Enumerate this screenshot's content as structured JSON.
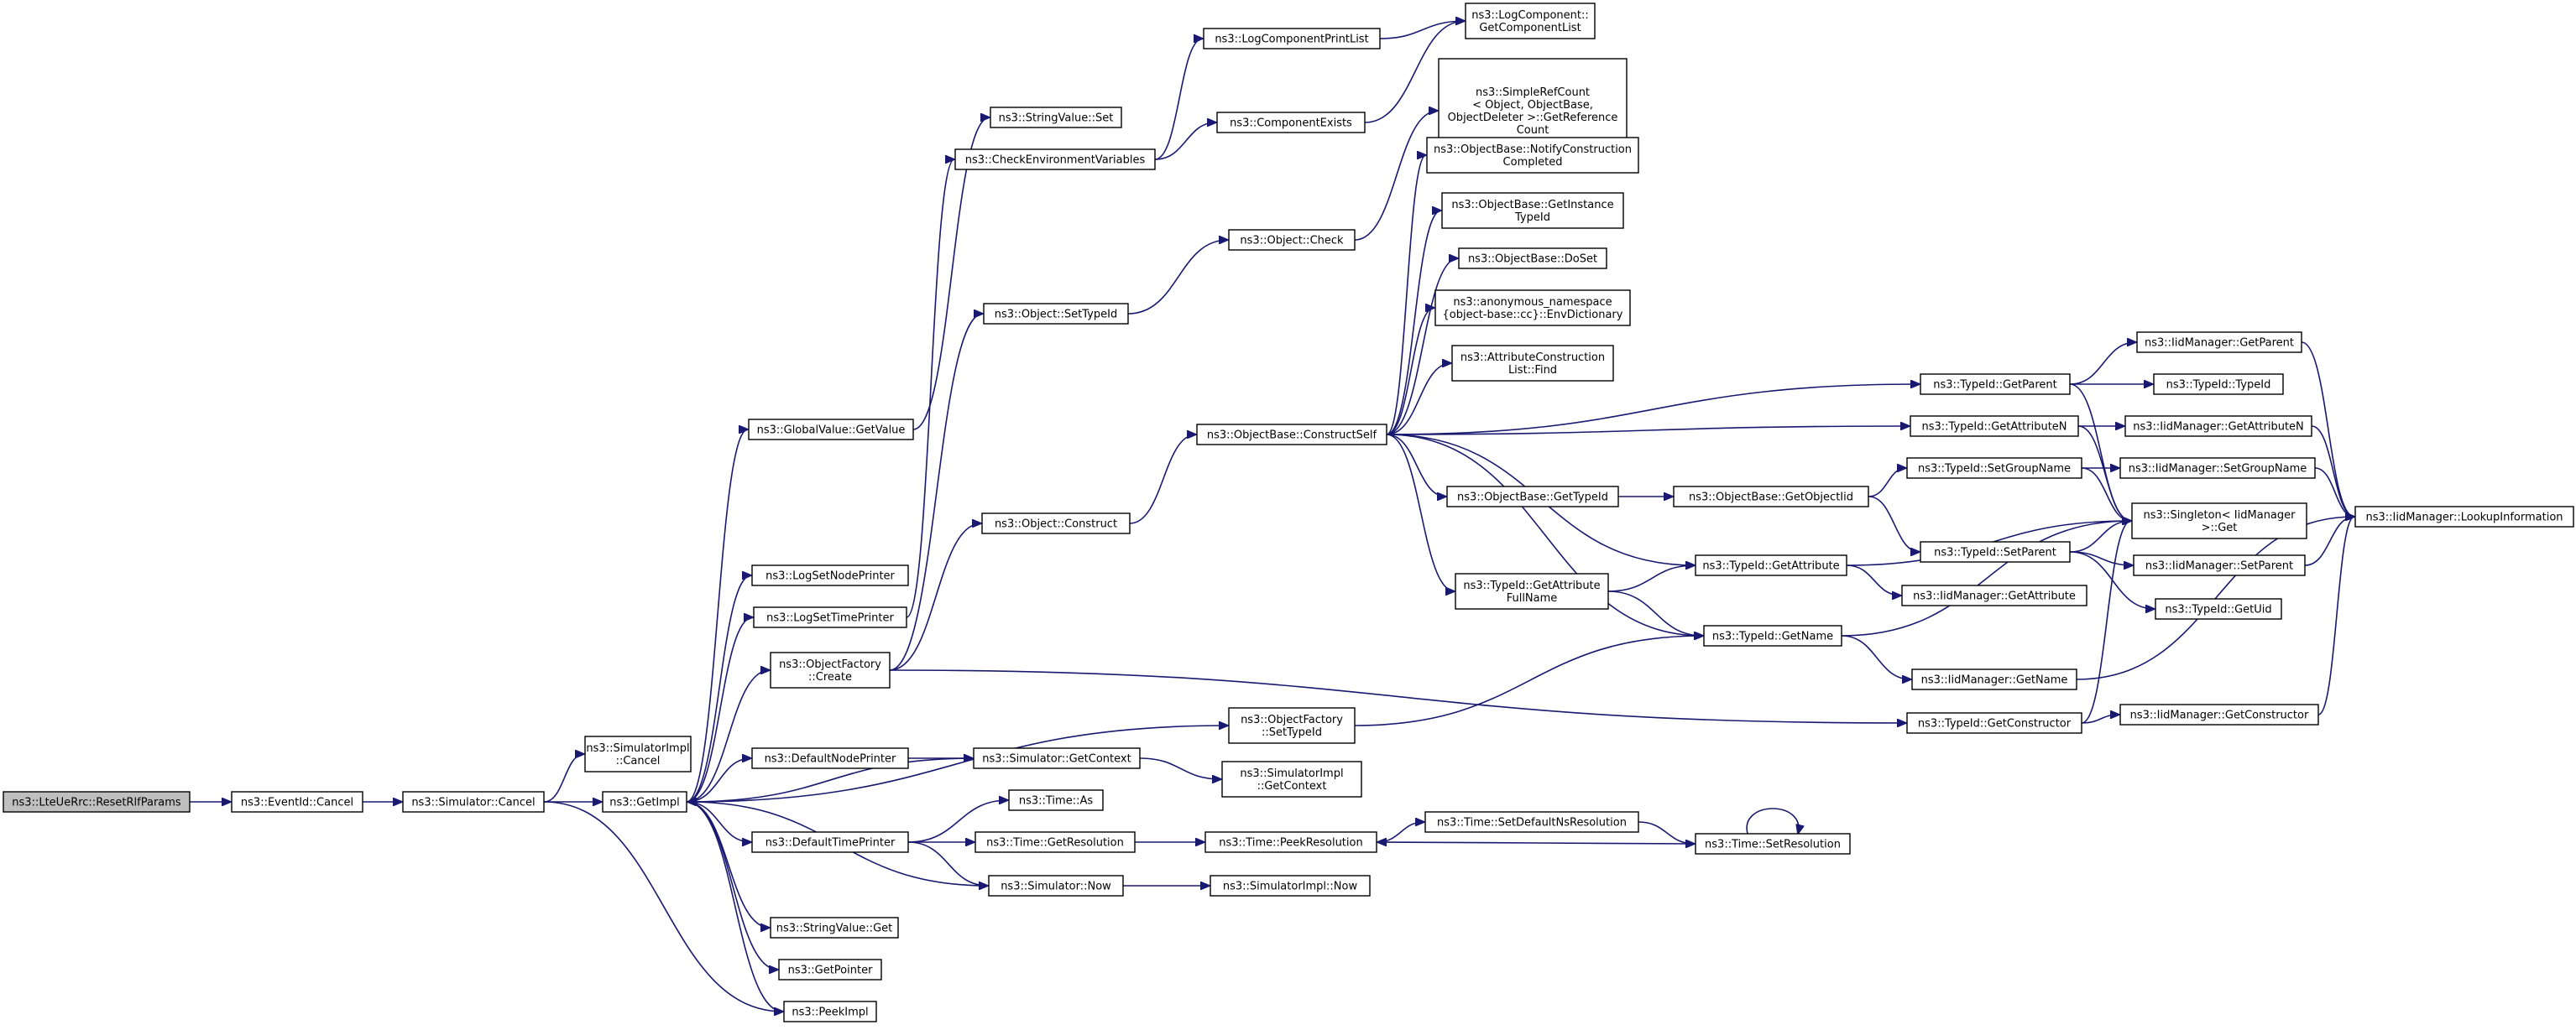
{
  "graph": {
    "title": "",
    "colors": {
      "edge": "#191970",
      "node_border": "#000000",
      "root_fill": "#bfbfbf",
      "node_fill": "#ffffff"
    },
    "nodes": [
      {
        "id": "root",
        "lines": [
          "ns3::LteUeRrc::ResetRlfParams"
        ],
        "root": true
      },
      {
        "id": "eventid_cancel",
        "lines": [
          "ns3::EventId::Cancel"
        ]
      },
      {
        "id": "sim_cancel",
        "lines": [
          "ns3::Simulator::Cancel"
        ]
      },
      {
        "id": "simimpl_cancel",
        "lines": [
          "ns3::SimulatorImpl",
          "::Cancel"
        ]
      },
      {
        "id": "getimpl",
        "lines": [
          "ns3::GetImpl"
        ]
      },
      {
        "id": "peekimpl",
        "lines": [
          "ns3::PeekImpl"
        ]
      },
      {
        "id": "globalvalue_getvalue",
        "lines": [
          "ns3::GlobalValue::GetValue"
        ]
      },
      {
        "id": "logsetnodeprinter",
        "lines": [
          "ns3::LogSetNodePrinter"
        ]
      },
      {
        "id": "logsettimeprinter",
        "lines": [
          "ns3::LogSetTimePrinter"
        ]
      },
      {
        "id": "objectfactory_create",
        "lines": [
          "ns3::ObjectFactory",
          "::Create"
        ]
      },
      {
        "id": "defaultnodeprinter",
        "lines": [
          "ns3::DefaultNodePrinter"
        ]
      },
      {
        "id": "defaulttimeprinter",
        "lines": [
          "ns3::DefaultTimePrinter"
        ]
      },
      {
        "id": "stringvalue_get",
        "lines": [
          "ns3::StringValue::Get"
        ]
      },
      {
        "id": "getpointer",
        "lines": [
          "ns3::GetPointer"
        ]
      },
      {
        "id": "stringvalue_set",
        "lines": [
          "ns3::StringValue::Set"
        ]
      },
      {
        "id": "checkenv",
        "lines": [
          "ns3::CheckEnvironmentVariables"
        ]
      },
      {
        "id": "object_settypeid",
        "lines": [
          "ns3::Object::SetTypeId"
        ]
      },
      {
        "id": "object_construct",
        "lines": [
          "ns3::Object::Construct"
        ]
      },
      {
        "id": "sim_getcontext",
        "lines": [
          "ns3::Simulator::GetContext"
        ]
      },
      {
        "id": "time_as",
        "lines": [
          "ns3::Time::As"
        ]
      },
      {
        "id": "time_getresolution",
        "lines": [
          "ns3::Time::GetResolution"
        ]
      },
      {
        "id": "sim_now",
        "lines": [
          "ns3::Simulator::Now"
        ]
      },
      {
        "id": "logcomponentprintlist",
        "lines": [
          "ns3::LogComponentPrintList"
        ]
      },
      {
        "id": "componentexists",
        "lines": [
          "ns3::ComponentExists"
        ]
      },
      {
        "id": "object_check",
        "lines": [
          "ns3::Object::Check"
        ]
      },
      {
        "id": "objectbase_constructself",
        "lines": [
          "ns3::ObjectBase::ConstructSelf"
        ]
      },
      {
        "id": "objectfactory_settypeid",
        "lines": [
          "ns3::ObjectFactory",
          "::SetTypeId"
        ]
      },
      {
        "id": "simimpl_getcontext",
        "lines": [
          "ns3::SimulatorImpl",
          "::GetContext"
        ]
      },
      {
        "id": "time_peekresolution",
        "lines": [
          "ns3::Time::PeekResolution"
        ]
      },
      {
        "id": "simimpl_now",
        "lines": [
          "ns3::SimulatorImpl::Now"
        ]
      },
      {
        "id": "logcomponent_getcomponentlist",
        "lines": [
          "ns3::LogComponent::",
          "GetComponentList"
        ]
      },
      {
        "id": "simplerefcount",
        "lines": [
          "ns3::SimpleRefCount",
          "< Object, ObjectBase,",
          "ObjectDeleter >::GetReference",
          "Count"
        ]
      },
      {
        "id": "notifyconstruction",
        "lines": [
          "ns3::ObjectBase::NotifyConstruction",
          "Completed"
        ]
      },
      {
        "id": "getinstancetypeid",
        "lines": [
          "ns3::ObjectBase::GetInstance",
          "TypeId"
        ]
      },
      {
        "id": "doset",
        "lines": [
          "ns3::ObjectBase::DoSet"
        ]
      },
      {
        "id": "envdictionary",
        "lines": [
          "ns3::anonymous_namespace",
          "{object-base::cc}::EnvDictionary"
        ]
      },
      {
        "id": "attrconstructionlist_find",
        "lines": [
          "ns3::AttributeConstruction",
          "List::Find"
        ]
      },
      {
        "id": "objectbase_gettypeid",
        "lines": [
          "ns3::ObjectBase::GetTypeId"
        ]
      },
      {
        "id": "typeid_getattributefullname",
        "lines": [
          "ns3::TypeId::GetAttribute",
          "FullName"
        ]
      },
      {
        "id": "timesetdefaultnsres",
        "lines": [
          "ns3::Time::SetDefaultNsResolution"
        ]
      },
      {
        "id": "objectbase_getobjectiid",
        "lines": [
          "ns3::ObjectBase::GetObjectIid"
        ]
      },
      {
        "id": "typeid_getattribute",
        "lines": [
          "ns3::TypeId::GetAttribute"
        ]
      },
      {
        "id": "typeid_getname",
        "lines": [
          "ns3::TypeId::GetName"
        ]
      },
      {
        "id": "time_setresolution",
        "lines": [
          "ns3::Time::SetResolution"
        ]
      },
      {
        "id": "typeid_getparent",
        "lines": [
          "ns3::TypeId::GetParent"
        ]
      },
      {
        "id": "typeid_getattributen",
        "lines": [
          "ns3::TypeId::GetAttributeN"
        ]
      },
      {
        "id": "typeid_setgroupname",
        "lines": [
          "ns3::TypeId::SetGroupName"
        ]
      },
      {
        "id": "typeid_setparent",
        "lines": [
          "ns3::TypeId::SetParent"
        ]
      },
      {
        "id": "iid_getattribute",
        "lines": [
          "ns3::IidManager::GetAttribute"
        ]
      },
      {
        "id": "iid_getname",
        "lines": [
          "ns3::IidManager::GetName"
        ]
      },
      {
        "id": "typeid_getconstructor",
        "lines": [
          "ns3::TypeId::GetConstructor"
        ]
      },
      {
        "id": "iid_getparent",
        "lines": [
          "ns3::IidManager::GetParent"
        ]
      },
      {
        "id": "typeid_typeid",
        "lines": [
          "ns3::TypeId::TypeId"
        ]
      },
      {
        "id": "iid_getattributen",
        "lines": [
          "ns3::IidManager::GetAttributeN"
        ]
      },
      {
        "id": "iid_setgroupname",
        "lines": [
          "ns3::IidManager::SetGroupName"
        ]
      },
      {
        "id": "singleton_get",
        "lines": [
          "ns3::Singleton< IidManager",
          ">::Get"
        ]
      },
      {
        "id": "iid_setparent",
        "lines": [
          "ns3::IidManager::SetParent"
        ]
      },
      {
        "id": "typeid_getuid",
        "lines": [
          "ns3::TypeId::GetUid"
        ]
      },
      {
        "id": "iid_getconstructor",
        "lines": [
          "ns3::IidManager::GetConstructor"
        ]
      },
      {
        "id": "iid_lookupinformation",
        "lines": [
          "ns3::IidManager::LookupInformation"
        ]
      }
    ],
    "edges": [
      [
        "root",
        "eventid_cancel"
      ],
      [
        "eventid_cancel",
        "sim_cancel"
      ],
      [
        "sim_cancel",
        "simimpl_cancel"
      ],
      [
        "sim_cancel",
        "getimpl"
      ],
      [
        "sim_cancel",
        "peekimpl"
      ],
      [
        "getimpl",
        "globalvalue_getvalue"
      ],
      [
        "getimpl",
        "logsetnodeprinter"
      ],
      [
        "getimpl",
        "logsettimeprinter"
      ],
      [
        "getimpl",
        "objectfactory_create"
      ],
      [
        "getimpl",
        "objectfactory_settypeid"
      ],
      [
        "getimpl",
        "defaultnodeprinter"
      ],
      [
        "getimpl",
        "defaulttimeprinter"
      ],
      [
        "getimpl",
        "stringvalue_get"
      ],
      [
        "getimpl",
        "getpointer"
      ],
      [
        "getimpl",
        "peekimpl"
      ],
      [
        "globalvalue_getvalue",
        "stringvalue_set"
      ],
      [
        "logsettimeprinter",
        "checkenv"
      ],
      [
        "objectfactory_create",
        "object_settypeid"
      ],
      [
        "objectfactory_create",
        "object_construct"
      ],
      [
        "objectfactory_create",
        "typeid_getconstructor"
      ],
      [
        "defaultnodeprinter",
        "sim_getcontext"
      ],
      [
        "defaulttimeprinter",
        "time_as"
      ],
      [
        "defaulttimeprinter",
        "time_getresolution"
      ],
      [
        "defaulttimeprinter",
        "sim_now"
      ],
      [
        "sim_getcontext",
        "getimpl"
      ],
      [
        "sim_getcontext",
        "simimpl_getcontext"
      ],
      [
        "sim_now",
        "getimpl"
      ],
      [
        "sim_now",
        "simimpl_now"
      ],
      [
        "time_getresolution",
        "time_peekresolution"
      ],
      [
        "checkenv",
        "logcomponentprintlist"
      ],
      [
        "checkenv",
        "componentexists"
      ],
      [
        "logcomponentprintlist",
        "logcomponent_getcomponentlist"
      ],
      [
        "componentexists",
        "logcomponent_getcomponentlist"
      ],
      [
        "object_settypeid",
        "object_check"
      ],
      [
        "object_check",
        "simplerefcount"
      ],
      [
        "object_construct",
        "objectbase_constructself"
      ],
      [
        "objectbase_constructself",
        "notifyconstruction"
      ],
      [
        "objectbase_constructself",
        "getinstancetypeid"
      ],
      [
        "objectbase_constructself",
        "doset"
      ],
      [
        "objectbase_constructself",
        "envdictionary"
      ],
      [
        "objectbase_constructself",
        "attrconstructionlist_find"
      ],
      [
        "objectbase_constructself",
        "typeid_getparent"
      ],
      [
        "objectbase_constructself",
        "typeid_getattributen"
      ],
      [
        "objectbase_constructself",
        "objectbase_gettypeid"
      ],
      [
        "objectbase_constructself",
        "typeid_getattributefullname"
      ],
      [
        "objectbase_constructself",
        "typeid_getattribute"
      ],
      [
        "objectbase_constructself",
        "typeid_getname"
      ],
      [
        "objectbase_gettypeid",
        "objectbase_getobjectiid"
      ],
      [
        "objectbase_getobjectiid",
        "typeid_setgroupname"
      ],
      [
        "objectbase_getobjectiid",
        "typeid_setparent"
      ],
      [
        "typeid_getattributefullname",
        "typeid_getattribute"
      ],
      [
        "typeid_getattributefullname",
        "typeid_getname"
      ],
      [
        "objectfactory_settypeid",
        "typeid_getname"
      ],
      [
        "time_peekresolution",
        "timesetdefaultnsres"
      ],
      [
        "timesetdefaultnsres",
        "time_setresolution"
      ],
      [
        "time_setresolution",
        "time_peekresolution"
      ],
      [
        "time_setresolution",
        "time_setresolution"
      ],
      [
        "typeid_getattribute",
        "iid_getattribute"
      ],
      [
        "typeid_getattribute",
        "singleton_get"
      ],
      [
        "typeid_getname",
        "iid_getname"
      ],
      [
        "typeid_getname",
        "singleton_get"
      ],
      [
        "typeid_getparent",
        "iid_getparent"
      ],
      [
        "typeid_getparent",
        "typeid_typeid"
      ],
      [
        "typeid_getparent",
        "singleton_get"
      ],
      [
        "typeid_getattributen",
        "iid_getattributen"
      ],
      [
        "typeid_getattributen",
        "singleton_get"
      ],
      [
        "typeid_setgroupname",
        "iid_setgroupname"
      ],
      [
        "typeid_setgroupname",
        "singleton_get"
      ],
      [
        "typeid_setparent",
        "iid_setparent"
      ],
      [
        "typeid_setparent",
        "typeid_getuid"
      ],
      [
        "typeid_setparent",
        "singleton_get"
      ],
      [
        "typeid_getconstructor",
        "iid_getconstructor"
      ],
      [
        "typeid_getconstructor",
        "singleton_get"
      ],
      [
        "iid_getparent",
        "iid_lookupinformation"
      ],
      [
        "iid_getattributen",
        "iid_lookupinformation"
      ],
      [
        "iid_setgroupname",
        "iid_lookupinformation"
      ],
      [
        "iid_setparent",
        "iid_lookupinformation"
      ],
      [
        "iid_getname",
        "iid_lookupinformation"
      ],
      [
        "iid_getconstructor",
        "iid_lookupinformation"
      ]
    ]
  }
}
